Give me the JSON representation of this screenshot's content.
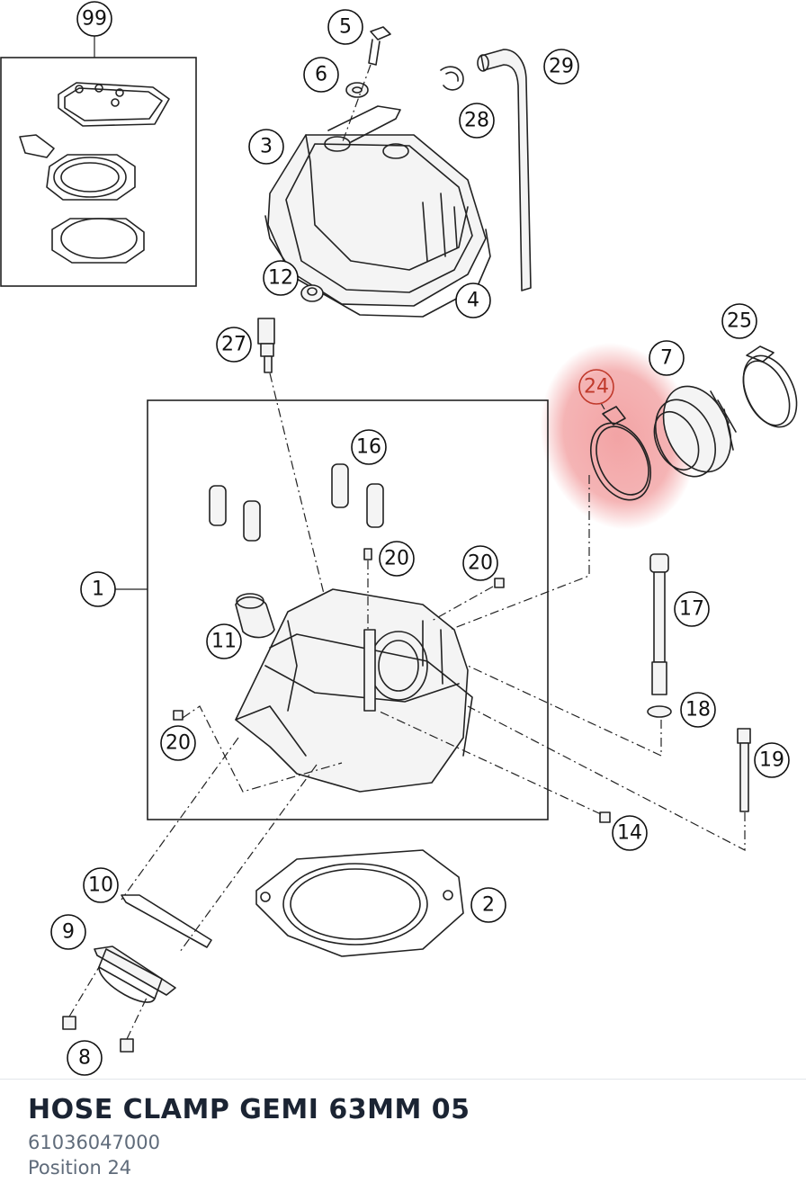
{
  "part": {
    "title": "HOSE CLAMP GEMI 63MM 05",
    "number": "61036047000",
    "position": "Position 24"
  },
  "highlight": {
    "callout": "24",
    "color": "#e8585a"
  },
  "callouts": [
    {
      "id": "c99",
      "label": "99"
    },
    {
      "id": "c5",
      "label": "5"
    },
    {
      "id": "c6",
      "label": "6"
    },
    {
      "id": "c3",
      "label": "3"
    },
    {
      "id": "c29",
      "label": "29"
    },
    {
      "id": "c28",
      "label": "28"
    },
    {
      "id": "c12",
      "label": "12"
    },
    {
      "id": "c4",
      "label": "4"
    },
    {
      "id": "c27",
      "label": "27"
    },
    {
      "id": "c25",
      "label": "25"
    },
    {
      "id": "c7",
      "label": "7"
    },
    {
      "id": "c24",
      "label": "24"
    },
    {
      "id": "c16",
      "label": "16"
    },
    {
      "id": "c1",
      "label": "1"
    },
    {
      "id": "c20a",
      "label": "20"
    },
    {
      "id": "c20b",
      "label": "20"
    },
    {
      "id": "c17",
      "label": "17"
    },
    {
      "id": "c11",
      "label": "11"
    },
    {
      "id": "c18",
      "label": "18"
    },
    {
      "id": "c19",
      "label": "19"
    },
    {
      "id": "c20c",
      "label": "20"
    },
    {
      "id": "c14",
      "label": "14"
    },
    {
      "id": "c10",
      "label": "10"
    },
    {
      "id": "c2",
      "label": "2"
    },
    {
      "id": "c9",
      "label": "9"
    },
    {
      "id": "c8",
      "label": "8"
    }
  ]
}
